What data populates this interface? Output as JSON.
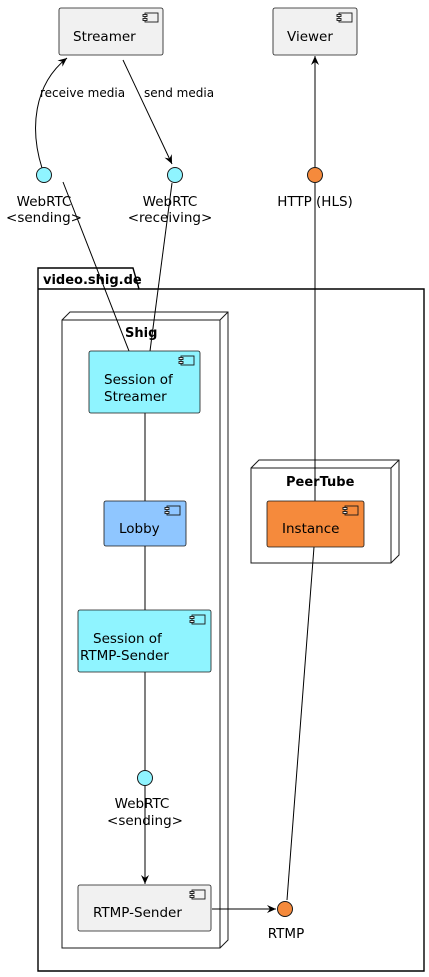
{
  "colors": {
    "component_default": "#f1f1f1",
    "component_cyan": "#8ff4ff",
    "component_blue": "#8fc6ff",
    "component_orange": "#f58a3c",
    "interface_cyan": "#8ff4ff",
    "interface_orange": "#f58a3c",
    "line": "#000000",
    "border": "#181818"
  },
  "components": {
    "streamer": {
      "label": "Streamer",
      "icon": "component-icon"
    },
    "viewer": {
      "label": "Viewer",
      "icon": "component-icon"
    },
    "session_streamer": {
      "line1": "Session of",
      "line2": "Streamer",
      "icon": "component-icon"
    },
    "lobby": {
      "label": "Lobby",
      "icon": "component-icon"
    },
    "session_rtmp": {
      "line1": "Session of",
      "line2": "RTMP-Sender",
      "icon": "component-icon"
    },
    "rtmp_sender": {
      "label": "RTMP-Sender",
      "icon": "component-icon"
    },
    "instance": {
      "label": "Instance",
      "icon": "component-icon"
    }
  },
  "interfaces": {
    "webrtc_sending_top": {
      "line1": "WebRTC",
      "line2": "<sending>"
    },
    "webrtc_receiving": {
      "line1": "WebRTC",
      "line2": "<receiving>"
    },
    "http_hls": {
      "label": "HTTP (HLS)"
    },
    "webrtc_sending_bottom": {
      "line1": "WebRTC",
      "line2": "<sending>"
    },
    "rtmp": {
      "label": "RTMP"
    }
  },
  "containers": {
    "package": {
      "label": "video.shig.de"
    },
    "shig_node": {
      "label": "Shig"
    },
    "peertube_node": {
      "label": "PeerTube"
    }
  },
  "edges": {
    "receive_media": "receive media",
    "send_media": "send media"
  }
}
